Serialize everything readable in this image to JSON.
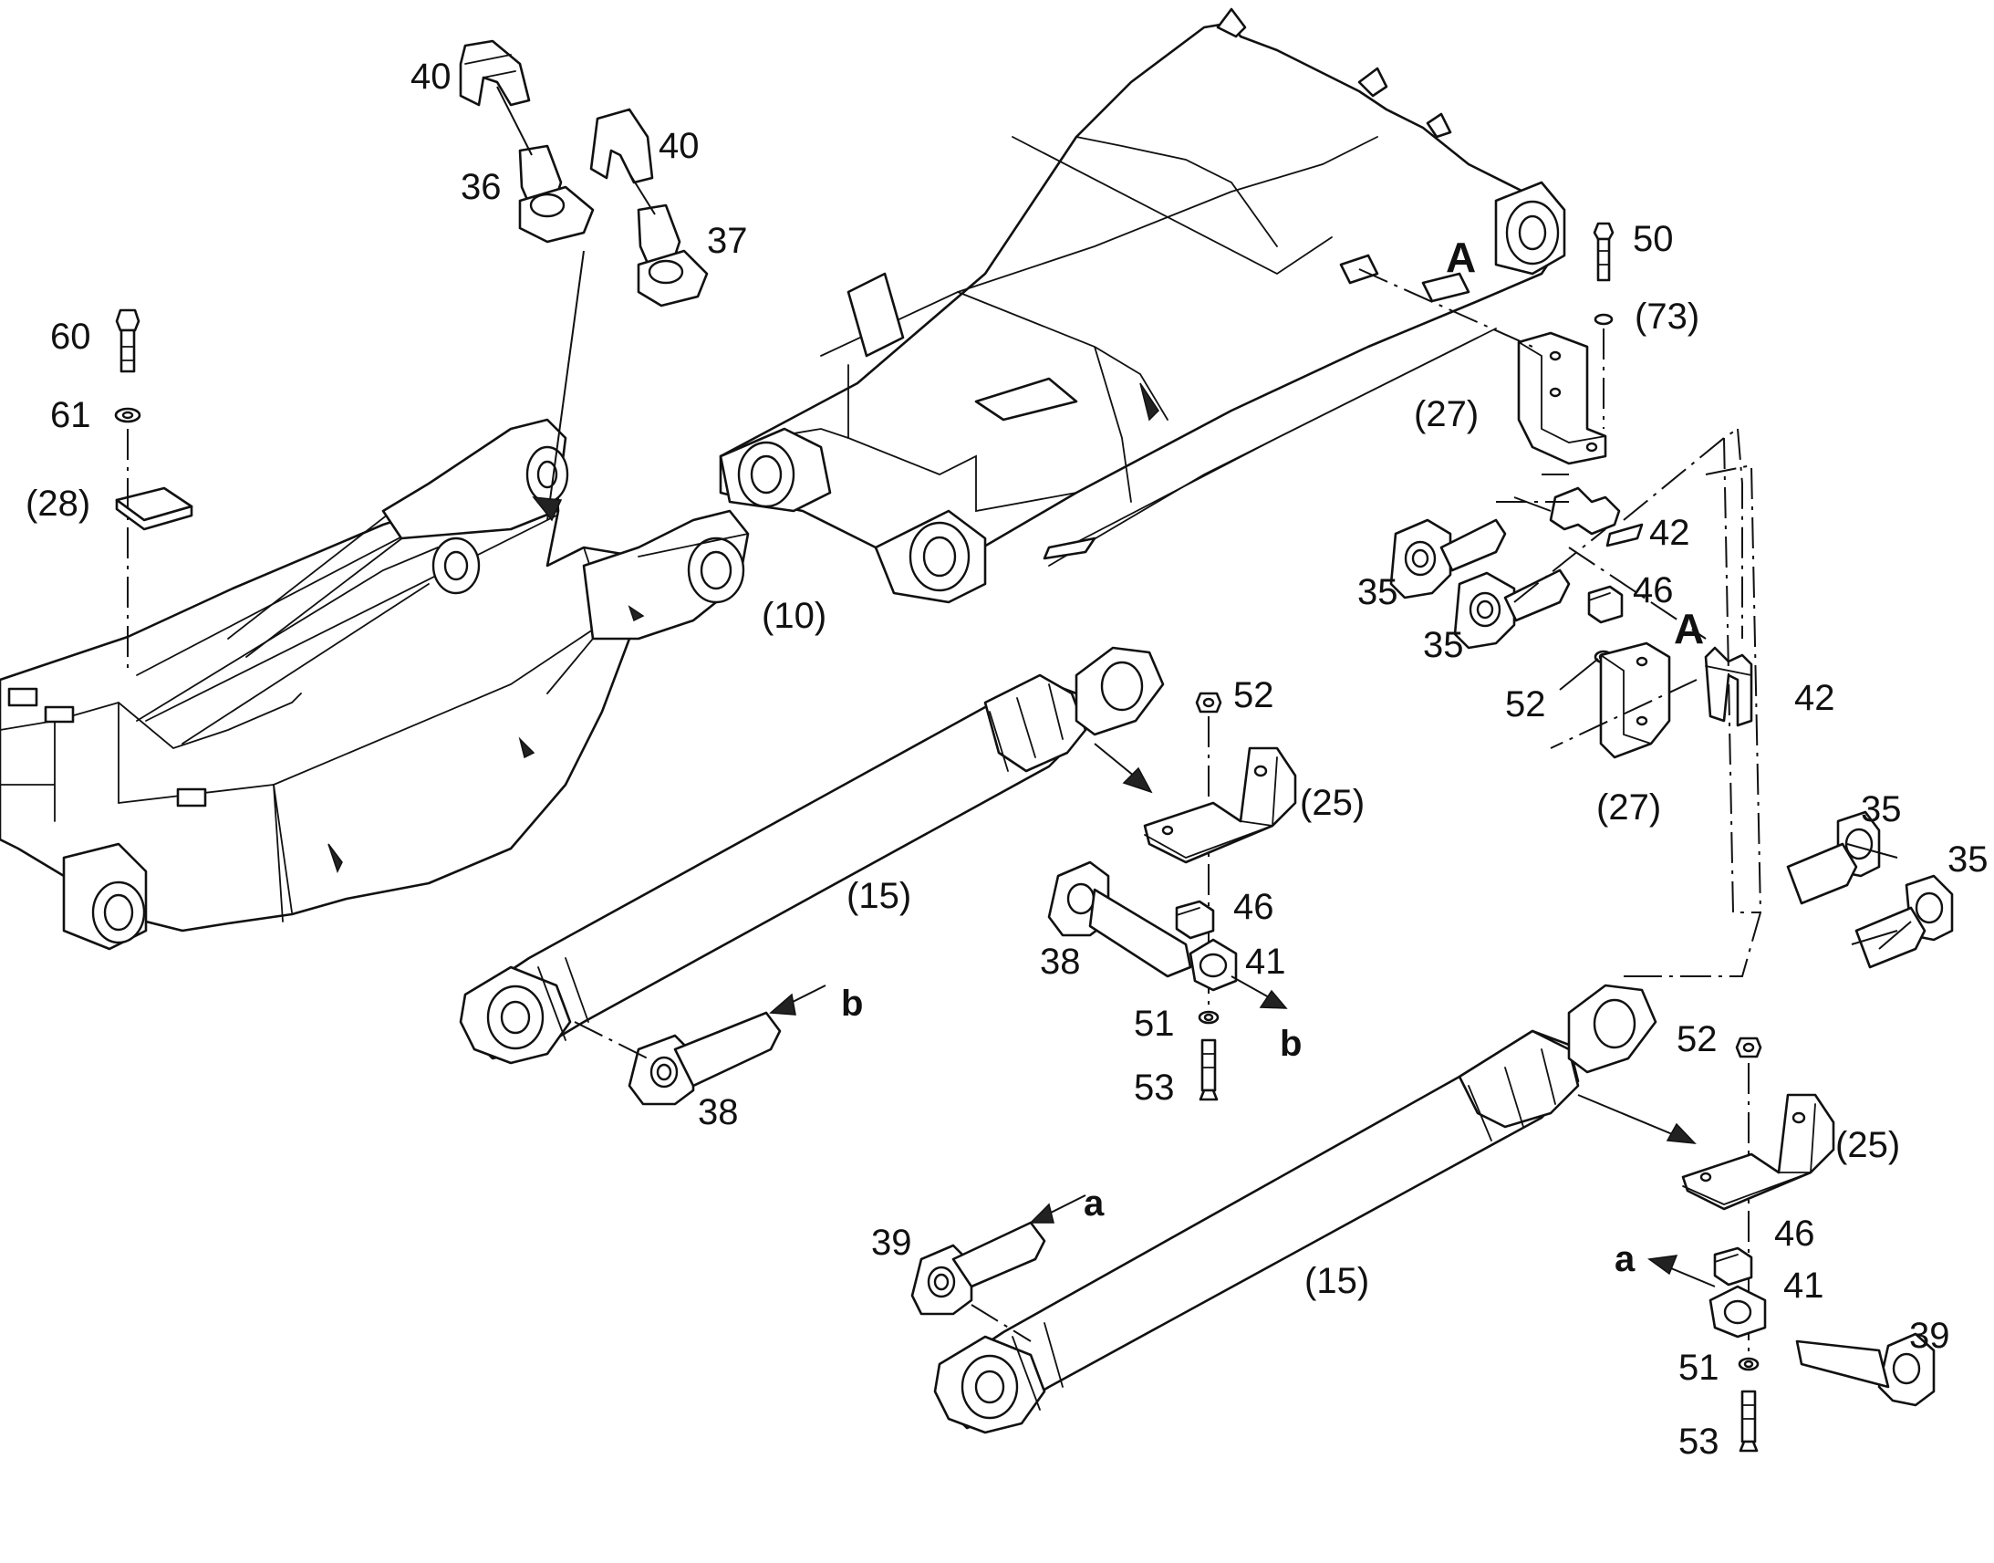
{
  "figure": {
    "labels": [
      {
        "id": "lbl-40a",
        "text": "40"
      },
      {
        "id": "lbl-40b",
        "text": "40"
      },
      {
        "id": "lbl-36",
        "text": "36"
      },
      {
        "id": "lbl-37",
        "text": "37"
      },
      {
        "id": "lbl-60",
        "text": "60"
      },
      {
        "id": "lbl-61",
        "text": "61"
      },
      {
        "id": "lbl-28",
        "text": "(28)"
      },
      {
        "id": "lbl-10",
        "text": "(10)"
      },
      {
        "id": "lbl-50",
        "text": "50"
      },
      {
        "id": "lbl-73",
        "text": "(73)"
      },
      {
        "id": "lbl-27a",
        "text": "(27)"
      },
      {
        "id": "lbl-42a",
        "text": "42"
      },
      {
        "id": "lbl-35a",
        "text": "35"
      },
      {
        "id": "lbl-46a",
        "text": "46"
      },
      {
        "id": "lbl-35b",
        "text": "35"
      },
      {
        "id": "lbl-52a",
        "text": "52"
      },
      {
        "id": "lbl-42b",
        "text": "42"
      },
      {
        "id": "lbl-27b",
        "text": "(27)"
      },
      {
        "id": "lbl-35c",
        "text": "35"
      },
      {
        "id": "lbl-35d",
        "text": "35"
      },
      {
        "id": "lbl-52b",
        "text": "52"
      },
      {
        "id": "lbl-25a",
        "text": "(25)"
      },
      {
        "id": "lbl-15a",
        "text": "(15)"
      },
      {
        "id": "lbl-46b",
        "text": "46"
      },
      {
        "id": "lbl-38a",
        "text": "38"
      },
      {
        "id": "lbl-41a",
        "text": "41"
      },
      {
        "id": "lbl-51a",
        "text": "51"
      },
      {
        "id": "lbl-53a",
        "text": "53"
      },
      {
        "id": "lbl-38b",
        "text": "38"
      },
      {
        "id": "lbl-52c",
        "text": "52"
      },
      {
        "id": "lbl-25b",
        "text": "(25)"
      },
      {
        "id": "lbl-15b",
        "text": "(15)"
      },
      {
        "id": "lbl-39a",
        "text": "39"
      },
      {
        "id": "lbl-46c",
        "text": "46"
      },
      {
        "id": "lbl-41b",
        "text": "41"
      },
      {
        "id": "lbl-39b",
        "text": "39"
      },
      {
        "id": "lbl-51b",
        "text": "51"
      },
      {
        "id": "lbl-53b",
        "text": "53"
      }
    ],
    "view_letters": {
      "A1": "A",
      "A2": "A"
    },
    "arrow_letters": {
      "b1": "b",
      "b2": "b",
      "a1": "a",
      "a2": "a"
    }
  }
}
